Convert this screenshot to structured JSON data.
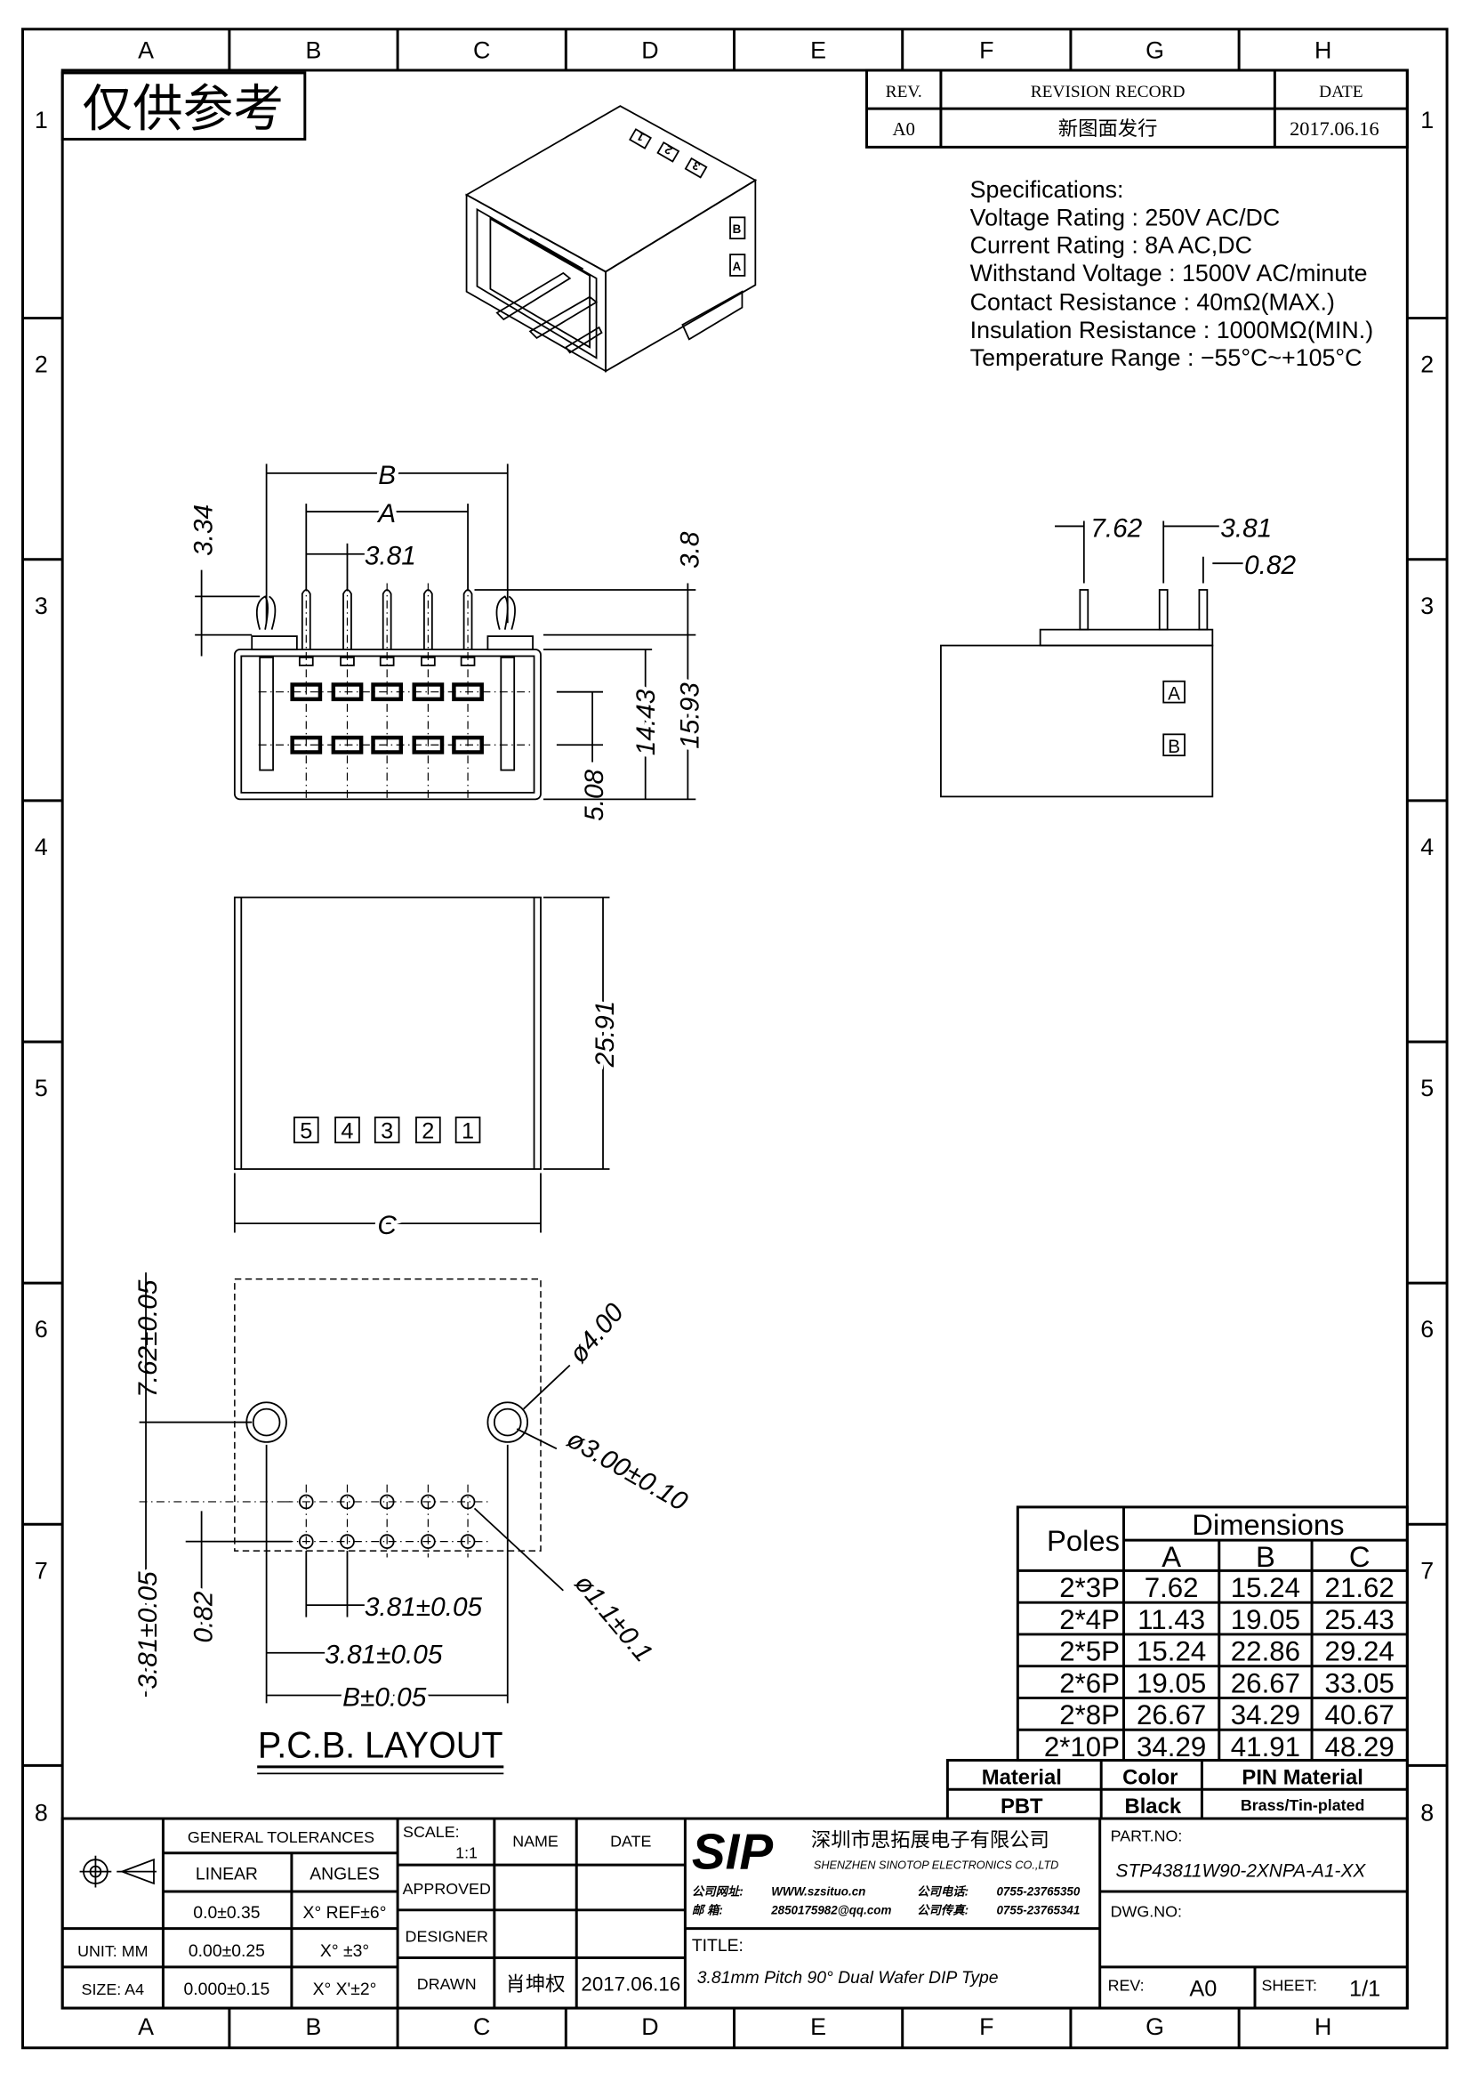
{
  "border": {
    "columns": [
      "A",
      "B",
      "C",
      "D",
      "E",
      "F",
      "G",
      "H"
    ],
    "rows": [
      "1",
      "2",
      "3",
      "4",
      "5",
      "6",
      "7",
      "8"
    ]
  },
  "reference_stamp": "仅供参考",
  "revision": {
    "headers": {
      "rev": "REV.",
      "record": "REVISION RECORD",
      "date": "DATE"
    },
    "row": {
      "rev": "A0",
      "record": "新图面发行",
      "date": "2017.06.16"
    }
  },
  "specifications": {
    "title": "Specifications:",
    "lines": [
      "Voltage  Rating : 250V AC/DC",
      "Current  Rating : 8A AC,DC",
      "Withstand  Voltage : 1500V AC/minute",
      "Contact  Resistance : 40mΩ(MAX.)",
      "Insulation  Resistance : 1000MΩ(MIN.)",
      "Temperature  Range : −55°C~+105°C"
    ]
  },
  "iso_view": {
    "top_labels": [
      "1",
      "2",
      "3"
    ],
    "side_labels": [
      "B",
      "A"
    ]
  },
  "front_view": {
    "dim_b": "B",
    "dim_a": "A",
    "pitch": "3.81",
    "pin_top": "3.34",
    "pin_len": "3.8",
    "row_pitch": "5.08",
    "height_body": "14.43",
    "height_total": "15.93"
  },
  "side_view": {
    "dim_1": "7.62",
    "dim_2": "3.81",
    "dim_3": "0.82",
    "label_a": "A",
    "label_b": "B"
  },
  "top_view": {
    "pin_numbers": [
      "5",
      "4",
      "3",
      "2",
      "1"
    ],
    "depth": "25.91",
    "dim_c": "C"
  },
  "pcb_layout": {
    "title": "P.C.B.  LAYOUT",
    "dim_post_offset": "7.62±0.05",
    "dim_post_dia_outer": "ø4.00",
    "dim_post_hole": "ø3.00±0.10",
    "dim_pin_hole": "ø1.1±0.1",
    "dim_pitch_1": "3.81±0.05",
    "dim_pitch_2": "3.81±0.05",
    "dim_b": "B±0.05",
    "dim_offset": "0.82",
    "dim_row_pitch": "3.81±0.05"
  },
  "dimensions_table": {
    "poles_header": "Poles",
    "dimensions_header": "Dimensions",
    "columns": [
      "A",
      "B",
      "C"
    ],
    "rows": [
      {
        "poles": "2*3P",
        "a": "7.62",
        "b": "15.24",
        "c": "21.62"
      },
      {
        "poles": "2*4P",
        "a": "11.43",
        "b": "19.05",
        "c": "25.43"
      },
      {
        "poles": "2*5P",
        "a": "15.24",
        "b": "22.86",
        "c": "29.24"
      },
      {
        "poles": "2*6P",
        "a": "19.05",
        "b": "26.67",
        "c": "33.05"
      },
      {
        "poles": "2*8P",
        "a": "26.67",
        "b": "34.29",
        "c": "40.67"
      },
      {
        "poles": "2*10P",
        "a": "34.29",
        "b": "41.91",
        "c": "48.29"
      }
    ]
  },
  "material_table": {
    "headers": [
      "Material",
      "Color",
      "PIN  Material"
    ],
    "values": [
      "PBT",
      "Black",
      "Brass/Tin-plated"
    ]
  },
  "title_block": {
    "general_tolerances": "GENERAL  TOLERANCES",
    "linear": "LINEAR",
    "angles": "ANGLES",
    "linear_values": [
      "0.0±0.35",
      "0.00±0.25",
      "0.000±0.15"
    ],
    "angle_values": [
      "X° REF±6°",
      "X° ±3°",
      "X° X'±2°"
    ],
    "unit": "UNIT: MM",
    "size": "SIZE: A4",
    "scale_label": "SCALE:",
    "scale_value": "1:1",
    "name": "NAME",
    "date": "DATE",
    "approved": "APPROVED",
    "designer": "DESIGNER",
    "drawn": "DRAWN",
    "drawn_name": "肖坤权",
    "drawn_date": "2017.06.16",
    "company_logo": "SIP",
    "company_cn": "深圳市思拓展电子有限公司",
    "company_en": "SHENZHEN SINOTOP ELECTRONICS CO.,LTD",
    "web_label": "公司网址:",
    "web": "WWW.szsituo.cn",
    "email_label": "邮    箱:",
    "email": "2850175982@qq.com",
    "phone_label": "公司电话:",
    "phone": "0755-23765350",
    "fax_label": "公司传真:",
    "fax": "0755-23765341",
    "title_label": "TITLE:",
    "title": "3.81mm Pitch 90° Dual Wafer DIP Type",
    "part_no_label": "PART.NO:",
    "part_no": "STP43811W90-2XNPA-A1-XX",
    "dwg_no_label": "DWG.NO:",
    "rev_label": "REV:",
    "rev": "A0",
    "sheet_label": "SHEET:",
    "sheet": "1/1",
    "logo_color": "#2b8fe0"
  }
}
